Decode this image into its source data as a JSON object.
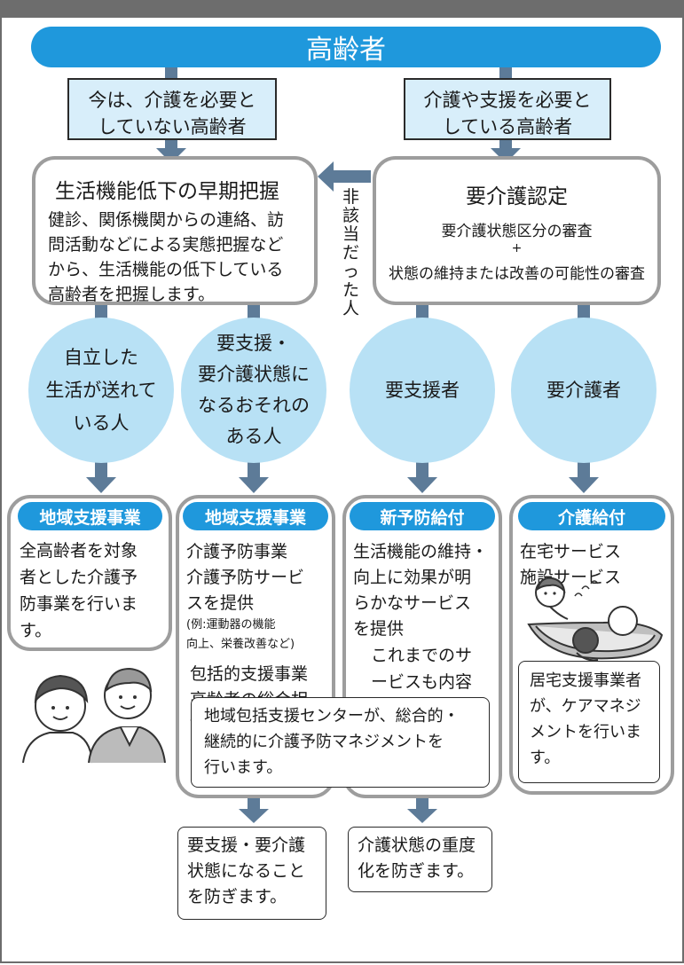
{
  "title": "高齢者",
  "left_top_box": "今は、介護を必要と\nしていない高齢者",
  "right_top_box": "介護や支援を必要と\nしている高齢者",
  "early_detection": {
    "heading": "生活機能低下の早期把握",
    "body": "健診、関係機関からの連絡、訪\n問活動などによる実態把握など\nから、生活機能の低下している\n高齢者を把握します。"
  },
  "certification": {
    "heading": "要介護認定",
    "line1": "要介護状態区分の審査",
    "plus": "+",
    "line2": "状態の維持または改善の可能性の審査"
  },
  "not_applicable_label": "非該当だった人",
  "circles": [
    {
      "label": "自立した\n生活が送れて\nいる人"
    },
    {
      "label": "要支援・\n要介護状態に\nなるおそれの\nある人"
    },
    {
      "label": "要支援者"
    },
    {
      "label": "要介護者"
    }
  ],
  "columns": [
    {
      "pill": "地域支援事業",
      "body": "全高齢者を対象\n者とした介護予\n防事業を行いま\nす。"
    },
    {
      "pill": "地域支援事業",
      "body1": "介護予防事業\n介護予防サービ\nスを提供",
      "note": "(例:運動器の機能\n向上、栄養改善など)",
      "body2": "包括的支援事業\n高齢者の総合相\n談、各サービス\nの調整など"
    },
    {
      "pill": "新予防給付",
      "body1": "生活機能の維持・\n向上に効果が明\nらかなサービス\nを提供",
      "body2": "これまでのサ\nービスも内容\nや提供方法を\n見直します。"
    },
    {
      "pill": "介護給付",
      "body": "在宅サービス\n施設サービス"
    }
  ],
  "center_box": "地域包括支援センターが、総合的・\n継続的に介護予防マネジメントを\n行います。",
  "care_manager_box": "居宅支援事業者\nが、ケアマネジ\nメントを行いま\nす。",
  "outcome_left": "要支援・要介護\n状態になること\nを防ぎます。",
  "outcome_right": "介護状態の重度\n化を防ぎます。"
}
